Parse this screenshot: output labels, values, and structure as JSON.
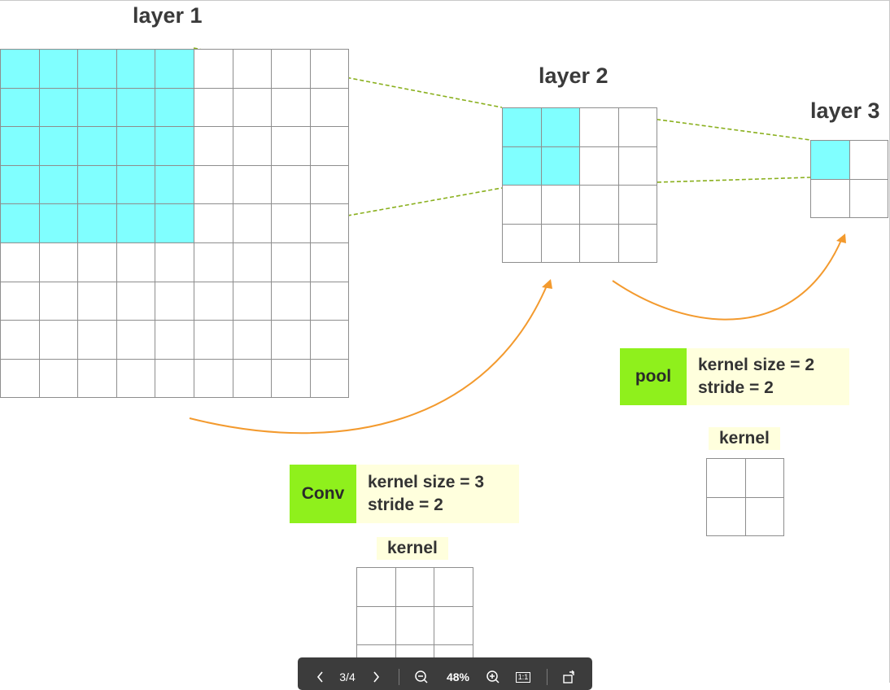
{
  "diagram": {
    "layers": [
      {
        "title": "layer 1",
        "rows": 9,
        "cols": 9,
        "highlight_rows": 5,
        "highlight_cols": 5
      },
      {
        "title": "layer 2",
        "rows": 4,
        "cols": 4,
        "highlight_rows": 2,
        "highlight_cols": 2
      },
      {
        "title": "layer 3",
        "rows": 2,
        "cols": 2,
        "highlight_rows": 1,
        "highlight_cols": 1
      }
    ],
    "conv": {
      "name": "Conv",
      "kernel_size": "kernel size = 3",
      "stride": "stride = 2",
      "kernel_label": "kernel",
      "kernel_rows": 3,
      "kernel_cols": 3
    },
    "pool": {
      "name": "pool",
      "kernel_size": "kernel size = 2",
      "stride": "stride = 2",
      "kernel_label": "kernel",
      "kernel_rows": 2,
      "kernel_cols": 2
    },
    "colors": {
      "highlight": "#80ffff",
      "op_name_bg": "#8ff01c",
      "op_params_bg": "#ffffdd",
      "grid_line": "#8e8e8e",
      "dash_line": "#8ab01e",
      "arrow": "#f39a2e"
    }
  },
  "viewer_toolbar": {
    "page_indicator": "3/4",
    "zoom_level": "48%",
    "actual_size_label": "1:1"
  }
}
